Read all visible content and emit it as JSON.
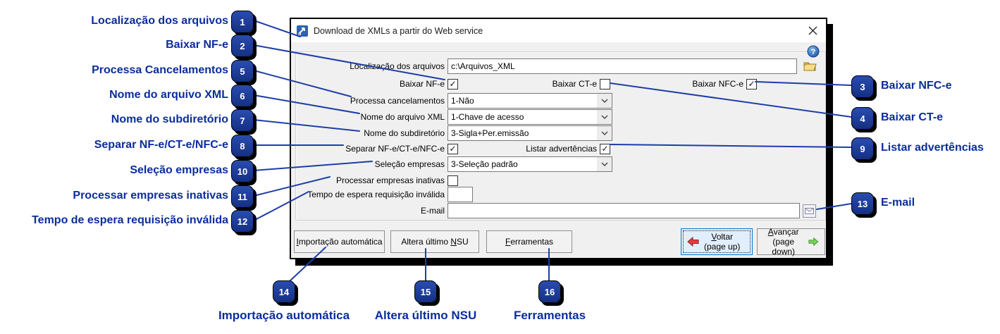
{
  "dialog": {
    "title": "Download de XMLs a partir do Web service",
    "rows": {
      "localizacao": {
        "label": "Localização dos arquivos",
        "value": "c:\\Arquivos_XML"
      },
      "baixar_nfe": {
        "label": "Baixar NF-e",
        "checked": true
      },
      "baixar_cte": {
        "label": "Baixar CT-e",
        "checked": false
      },
      "baixar_nfce": {
        "label": "Baixar NFC-e",
        "checked": true
      },
      "processa_cancelamentos": {
        "label": "Processa cancelamentos",
        "value": "1-Não"
      },
      "nome_arquivo_xml": {
        "label": "Nome do arquivo XML",
        "value": "1-Chave de acesso"
      },
      "nome_subdiretorio": {
        "label": "Nome do subdiretório",
        "value": "3-Sigla+Per.emissão"
      },
      "separar": {
        "label": "Separar NF-e/CT-e/NFC-e",
        "checked": true
      },
      "listar_advertencias": {
        "label": "Listar advertências",
        "checked": true
      },
      "selecao_empresas": {
        "label": "Seleção empresas",
        "value": "3-Seleção padrão"
      },
      "processar_inativas": {
        "label": "Processar empresas inativas",
        "checked": false
      },
      "tempo_espera": {
        "label": "Tempo de espera requisição inválida",
        "value": ""
      },
      "email": {
        "label": "E-mail",
        "value": ""
      }
    },
    "buttons": {
      "importacao": {
        "pre": "",
        "key": "I",
        "post": "mportação automática"
      },
      "altera_nsu": {
        "pre": "Altera último ",
        "key": "N",
        "post": "SU"
      },
      "ferramentas": {
        "pre": "",
        "key": "F",
        "post": "erramentas"
      },
      "voltar": {
        "pre": "",
        "key": "V",
        "post": "oltar",
        "sub": "(page up)"
      },
      "avancar": {
        "pre": "",
        "key": "A",
        "post": "vançar",
        "sub": "(page down)"
      }
    }
  },
  "callouts": {
    "left": [
      {
        "num": "1",
        "label": "Localização dos arquivos"
      },
      {
        "num": "2",
        "label": "Baixar NF-e"
      },
      {
        "num": "5",
        "label": "Processa Cancelamentos"
      },
      {
        "num": "6",
        "label": "Nome do arquivo XML"
      },
      {
        "num": "7",
        "label": "Nome do subdiretório"
      },
      {
        "num": "8",
        "label": "Separar NF-e/CT-e/NFC-e"
      },
      {
        "num": "10",
        "label": "Seleção empresas"
      },
      {
        "num": "11",
        "label": "Processar empresas inativas"
      },
      {
        "num": "12",
        "label": "Tempo de espera requisição inválida"
      }
    ],
    "right": [
      {
        "num": "3",
        "label": "Baixar NFC-e"
      },
      {
        "num": "4",
        "label": "Baixar CT-e"
      },
      {
        "num": "9",
        "label": "Listar advertências"
      },
      {
        "num": "13",
        "label": "E-mail"
      }
    ],
    "bottom": [
      {
        "num": "14",
        "label": "Importação automática"
      },
      {
        "num": "15",
        "label": "Altera último NSU"
      },
      {
        "num": "16",
        "label": "Ferramentas"
      }
    ]
  },
  "colors": {
    "callout_text": "#0a2d9c",
    "callout_line": "#1e3da8",
    "badge_fill": "#1c3c9e",
    "focus_border": "#0078d7"
  }
}
